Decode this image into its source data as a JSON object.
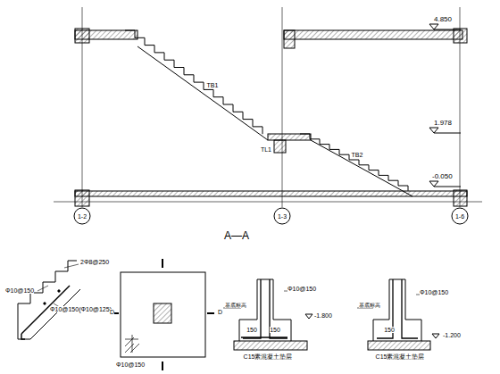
{
  "diagram": {
    "labels": [
      "4.850",
      "1.978",
      "-0.050",
      "A—A",
      "1-2",
      "1-3",
      "1-6",
      "TB1",
      "TB2",
      "TL1",
      "2Φ8@250",
      "Φ10@150",
      "Φ10@150(Φ10@125)",
      "D",
      "D",
      "Φ10@150",
      "Φ10@150",
      "150",
      "150",
      "-1.800",
      "C15素混凝土垫层",
      "Φ10@150",
      "150",
      "-1.200",
      "C15素混凝土垫层",
      "基底标高",
      "基底标高"
    ]
  }
}
